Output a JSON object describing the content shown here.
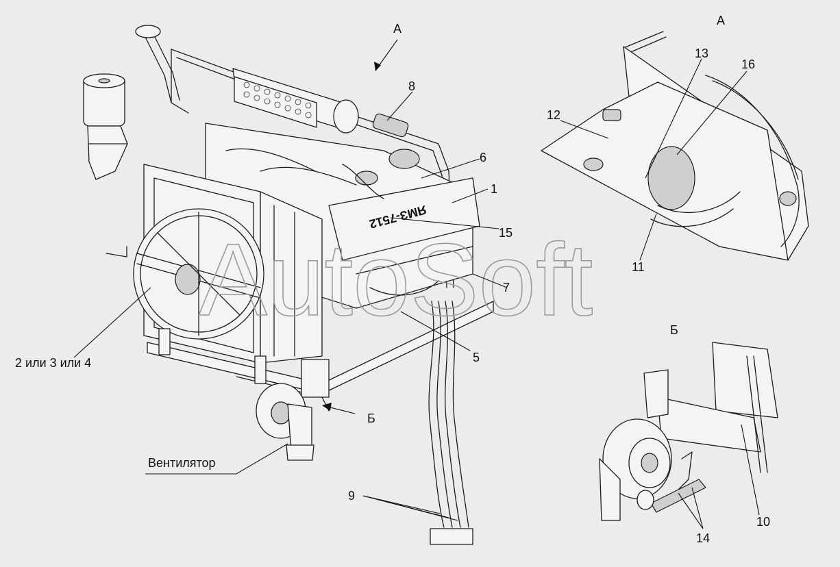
{
  "diagram": {
    "view_labels": {
      "view_a_arrow": "А",
      "view_a_detail": "А",
      "view_b_arrow": "Б",
      "view_b_detail": "Б"
    },
    "callouts": {
      "c1": "1",
      "c2_3_4": "2 или 3 или 4",
      "c5": "5",
      "c6": "6",
      "c7": "7",
      "c8": "8",
      "c9": "9",
      "c10": "10",
      "c11": "11",
      "c12": "12",
      "c13": "13",
      "c14": "14",
      "c15": "15",
      "c16": "16",
      "fan": "Вентилятор"
    },
    "engine_marking": "ЯМЗ-7512",
    "watermark": "AutoSoft"
  }
}
